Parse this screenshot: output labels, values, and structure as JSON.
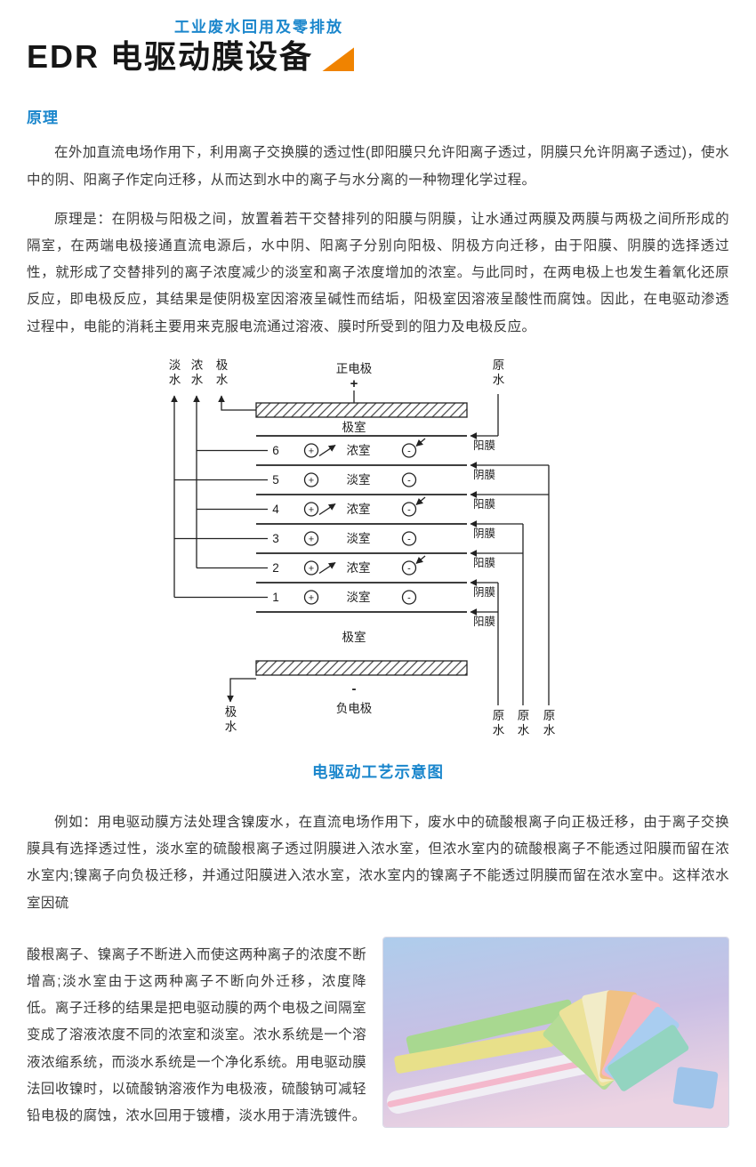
{
  "page": {
    "tagline": "工业废水回用及零排放",
    "title": "EDR 电驱动膜设备",
    "section_heading": "原理",
    "para1": "在外加直流电场作用下，利用离子交换膜的透过性(即阳膜只允许阳离子透过，阴膜只允许阴离子透过)，使水中的阴、阳离子作定向迁移，从而达到水中的离子与水分离的一种物理化学过程。",
    "para2": "原理是：在阴极与阳极之间，放置着若干交替排列的阳膜与阴膜，让水通过两膜及两膜与两极之间所形成的隔室，在两端电极接通直流电源后，水中阴、阳离子分别向阳极、阴极方向迁移，由于阳膜、阴膜的选择透过性，就形成了交替排列的离子浓度减少的淡室和离子浓度增加的浓室。与此同时，在两电极上也发生着氧化还原反应，即电极反应，其结果是使阴极室因溶液呈碱性而结垢，阳极室因溶液呈酸性而腐蚀。因此，在电驱动渗透过程中，电能的消耗主要用来克服电流通过溶液、膜时所受到的阻力及电极反应。",
    "diagram_caption": "电驱动工艺示意图",
    "para3_part1": "例如：用电驱动膜方法处理含镍废水，在直流电场作用下，废水中的硫酸根离子向正极迁移，由于离子交换膜具有选择透过性，淡水室的硫酸根离子透过阴膜进入浓水室，但浓水室内的硫酸根离子不能透过阳膜而留在浓水室内;镍离子向负极迁移，并通过阳膜进入浓水室，浓水室内的镍离子不能透过阴膜而留在浓水室中。这样浓水室因硫",
    "para3_part2": "酸根离子、镍离子不断进入而使这两种离子的浓度不断增高;淡水室由于这两种离子不断向外迁移，浓度降低。离子迁移的结果是把电驱动膜的两个电极之间隔室变成了溶液浓度不同的浓室和淡室。浓水系统是一个溶液浓缩系统，而淡水系统是一个净化系统。用电驱动膜法回收镍时，以硫酸钠溶液作为电极液，硫酸钠可减轻铅电极的腐蚀，浓水回用于镀槽，淡水用于清洗镀件。"
  },
  "colors": {
    "accent_blue": "#1a86cc",
    "accent_orange": "#f08300",
    "text_color": "#3a3a3a"
  },
  "diagram": {
    "out_fresh": "淡水",
    "out_conc": "浓水",
    "out_polar_top": "极水",
    "positive_electrode": "正电极",
    "plus": "+",
    "minus": "-",
    "raw_water_top": "原水",
    "chamber_top": "极室",
    "chamber_bottom": "极室",
    "negative_electrode": "负电极",
    "polar_water_bottom": "极水",
    "raw_water_b1": "原水",
    "raw_water_b2": "原水",
    "raw_water_b3": "原水",
    "membranes": [
      "阳膜",
      "阴膜",
      "阳膜",
      "阴膜",
      "阳膜",
      "阴膜",
      "阳膜"
    ],
    "cells": [
      {
        "num": "6",
        "label": "浓室"
      },
      {
        "num": "5",
        "label": "淡室"
      },
      {
        "num": "4",
        "label": "浓室"
      },
      {
        "num": "3",
        "label": "淡室"
      },
      {
        "num": "2",
        "label": "浓室"
      },
      {
        "num": "1",
        "label": "淡室"
      }
    ]
  }
}
